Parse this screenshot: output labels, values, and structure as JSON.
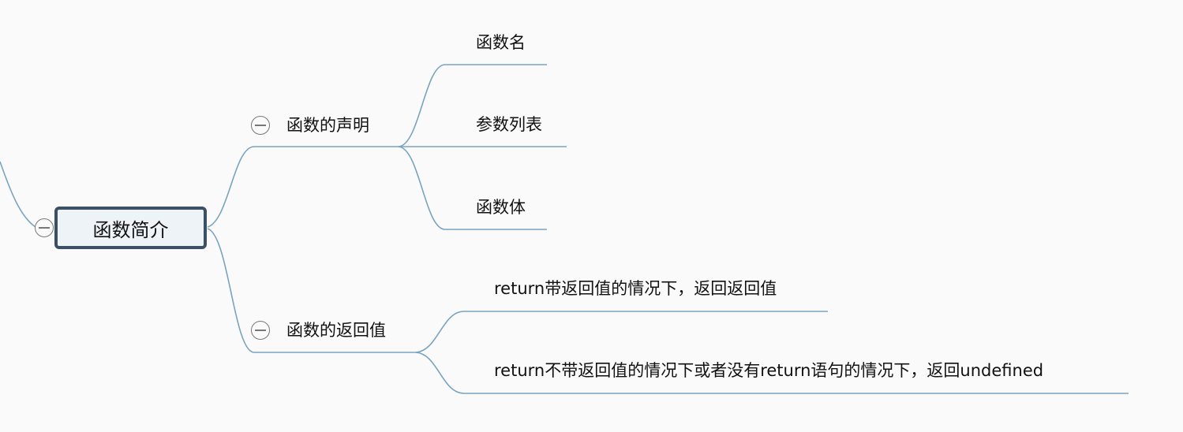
{
  "mindmap": {
    "central": {
      "label": "函数简介",
      "collapse_icon": "minus-circle-icon"
    },
    "branches": [
      {
        "label": "函数的声明",
        "collapse_icon": "minus-circle-icon",
        "children": [
          "函数名",
          "参数列表",
          "函数体"
        ]
      },
      {
        "label": "函数的返回值",
        "collapse_icon": "minus-circle-icon",
        "children": [
          "return带返回值的情况下，返回返回值",
          "return不带返回值的情况下或者没有return语句的情况下，返回undefined"
        ]
      }
    ]
  },
  "colors": {
    "background": "#fafafa",
    "connector": "#7aa3c0",
    "central_border": "#3b5064",
    "central_fill": "#eef3f7",
    "collapse_icon": "#777777"
  }
}
